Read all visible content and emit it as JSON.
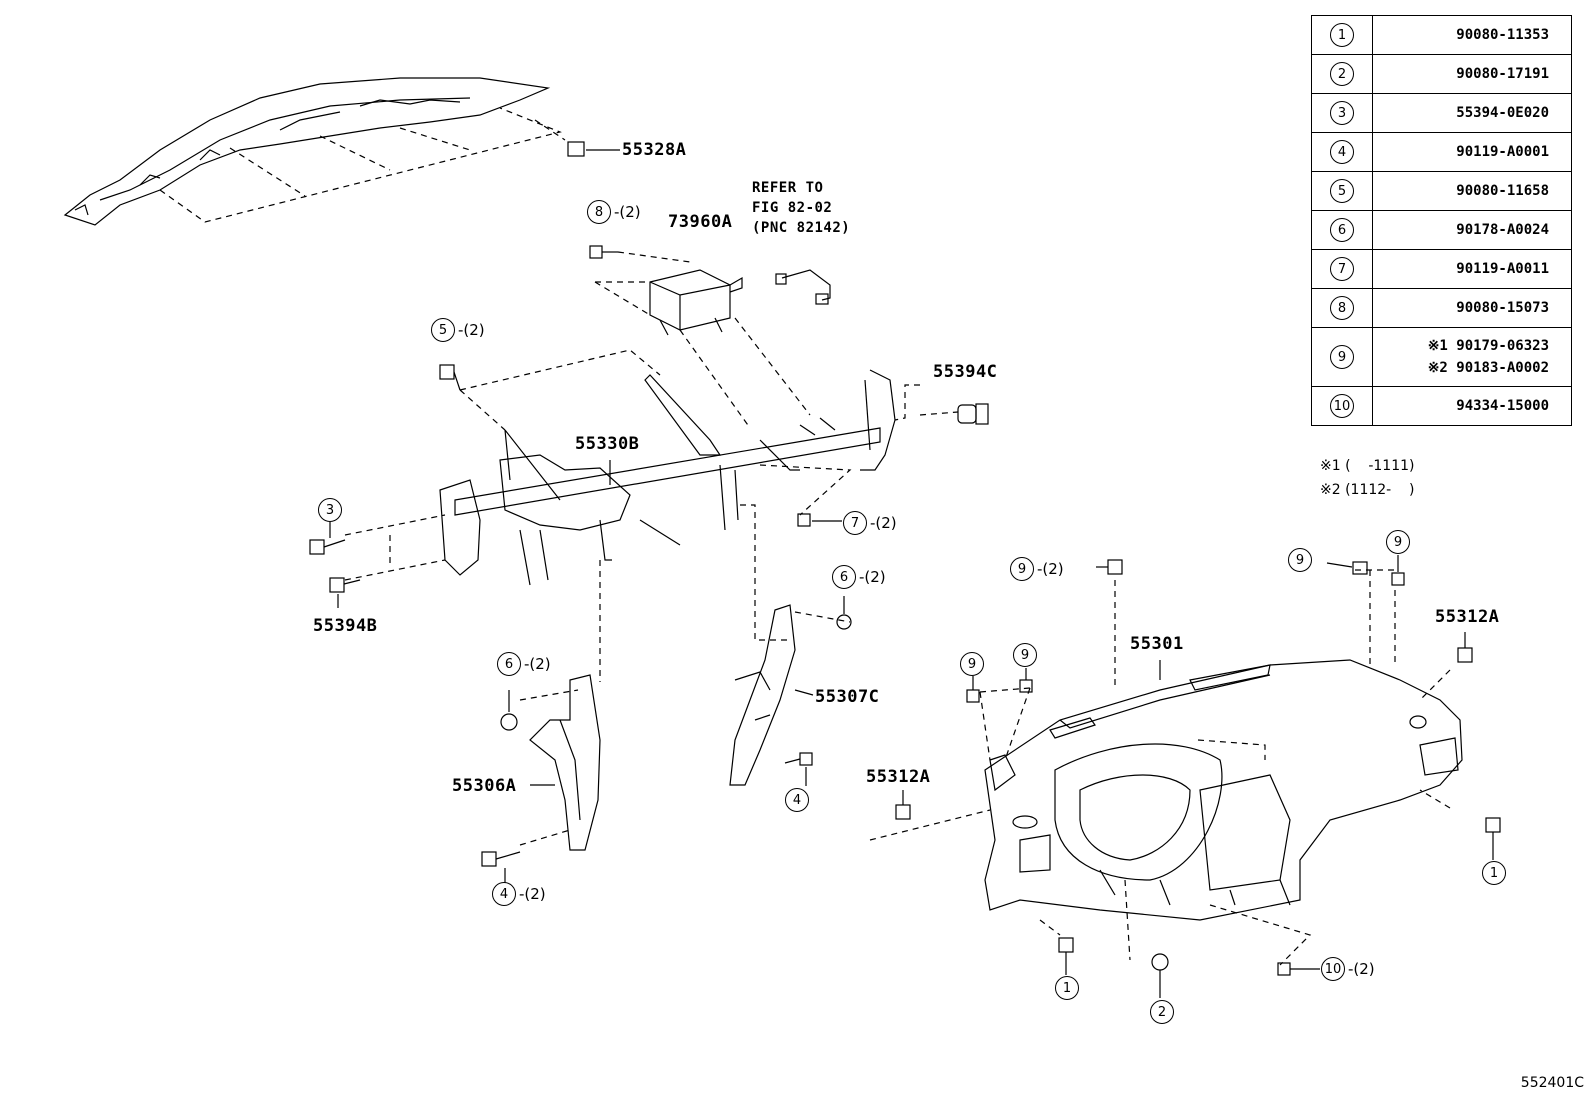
{
  "labels": {
    "p55328A": "55328A",
    "p73960A": "73960A",
    "p55394C": "55394C",
    "p55330B": "55330B",
    "p55394B": "55394B",
    "p55307C": "55307C",
    "p55306A": "55306A",
    "p55312A_left": "55312A",
    "p55312A_right": "55312A",
    "p55301": "55301"
  },
  "refer_note": {
    "line1": "REFER TO",
    "line2": "FIG 82-02",
    "line3": "(PNC 82142)"
  },
  "callouts": {
    "c8": {
      "num": "8",
      "qty": "-(2)"
    },
    "c5": {
      "num": "5",
      "qty": "-(2)"
    },
    "c3": {
      "num": "3",
      "qty": ""
    },
    "c7": {
      "num": "7",
      "qty": "-(2)"
    },
    "c6a": {
      "num": "6",
      "qty": "-(2)"
    },
    "c6b": {
      "num": "6",
      "qty": "-(2)"
    },
    "c4a": {
      "num": "4",
      "qty": ""
    },
    "c4b": {
      "num": "4",
      "qty": "-(2)"
    },
    "c9a": {
      "num": "9",
      "qty": "-(2)"
    },
    "c9b": {
      "num": "9",
      "qty": ""
    },
    "c9c": {
      "num": "9",
      "qty": ""
    },
    "c9d": {
      "num": "9",
      "qty": ""
    },
    "c9e": {
      "num": "9",
      "qty": ""
    },
    "c1a": {
      "num": "1",
      "qty": ""
    },
    "c1b": {
      "num": "1",
      "qty": ""
    },
    "c2": {
      "num": "2",
      "qty": ""
    },
    "c10": {
      "num": "10",
      "qty": "-(2)"
    }
  },
  "parts_table": [
    {
      "num": "1",
      "parts": [
        "90080-11353"
      ]
    },
    {
      "num": "2",
      "parts": [
        "90080-17191"
      ]
    },
    {
      "num": "3",
      "parts": [
        "55394-0E020"
      ]
    },
    {
      "num": "4",
      "parts": [
        "90119-A0001"
      ]
    },
    {
      "num": "5",
      "parts": [
        "90080-11658"
      ]
    },
    {
      "num": "6",
      "parts": [
        "90178-A0024"
      ]
    },
    {
      "num": "7",
      "parts": [
        "90119-A0011"
      ]
    },
    {
      "num": "8",
      "parts": [
        "90080-15073"
      ]
    },
    {
      "num": "9",
      "parts": [
        "※1 90179-06323",
        "※2 90183-A0002"
      ]
    },
    {
      "num": "10",
      "parts": [
        "94334-15000"
      ]
    }
  ],
  "footnotes": {
    "f1": "※1 (    -1111)",
    "f2": "※2 (1112-    )"
  },
  "figure_code": "552401C"
}
